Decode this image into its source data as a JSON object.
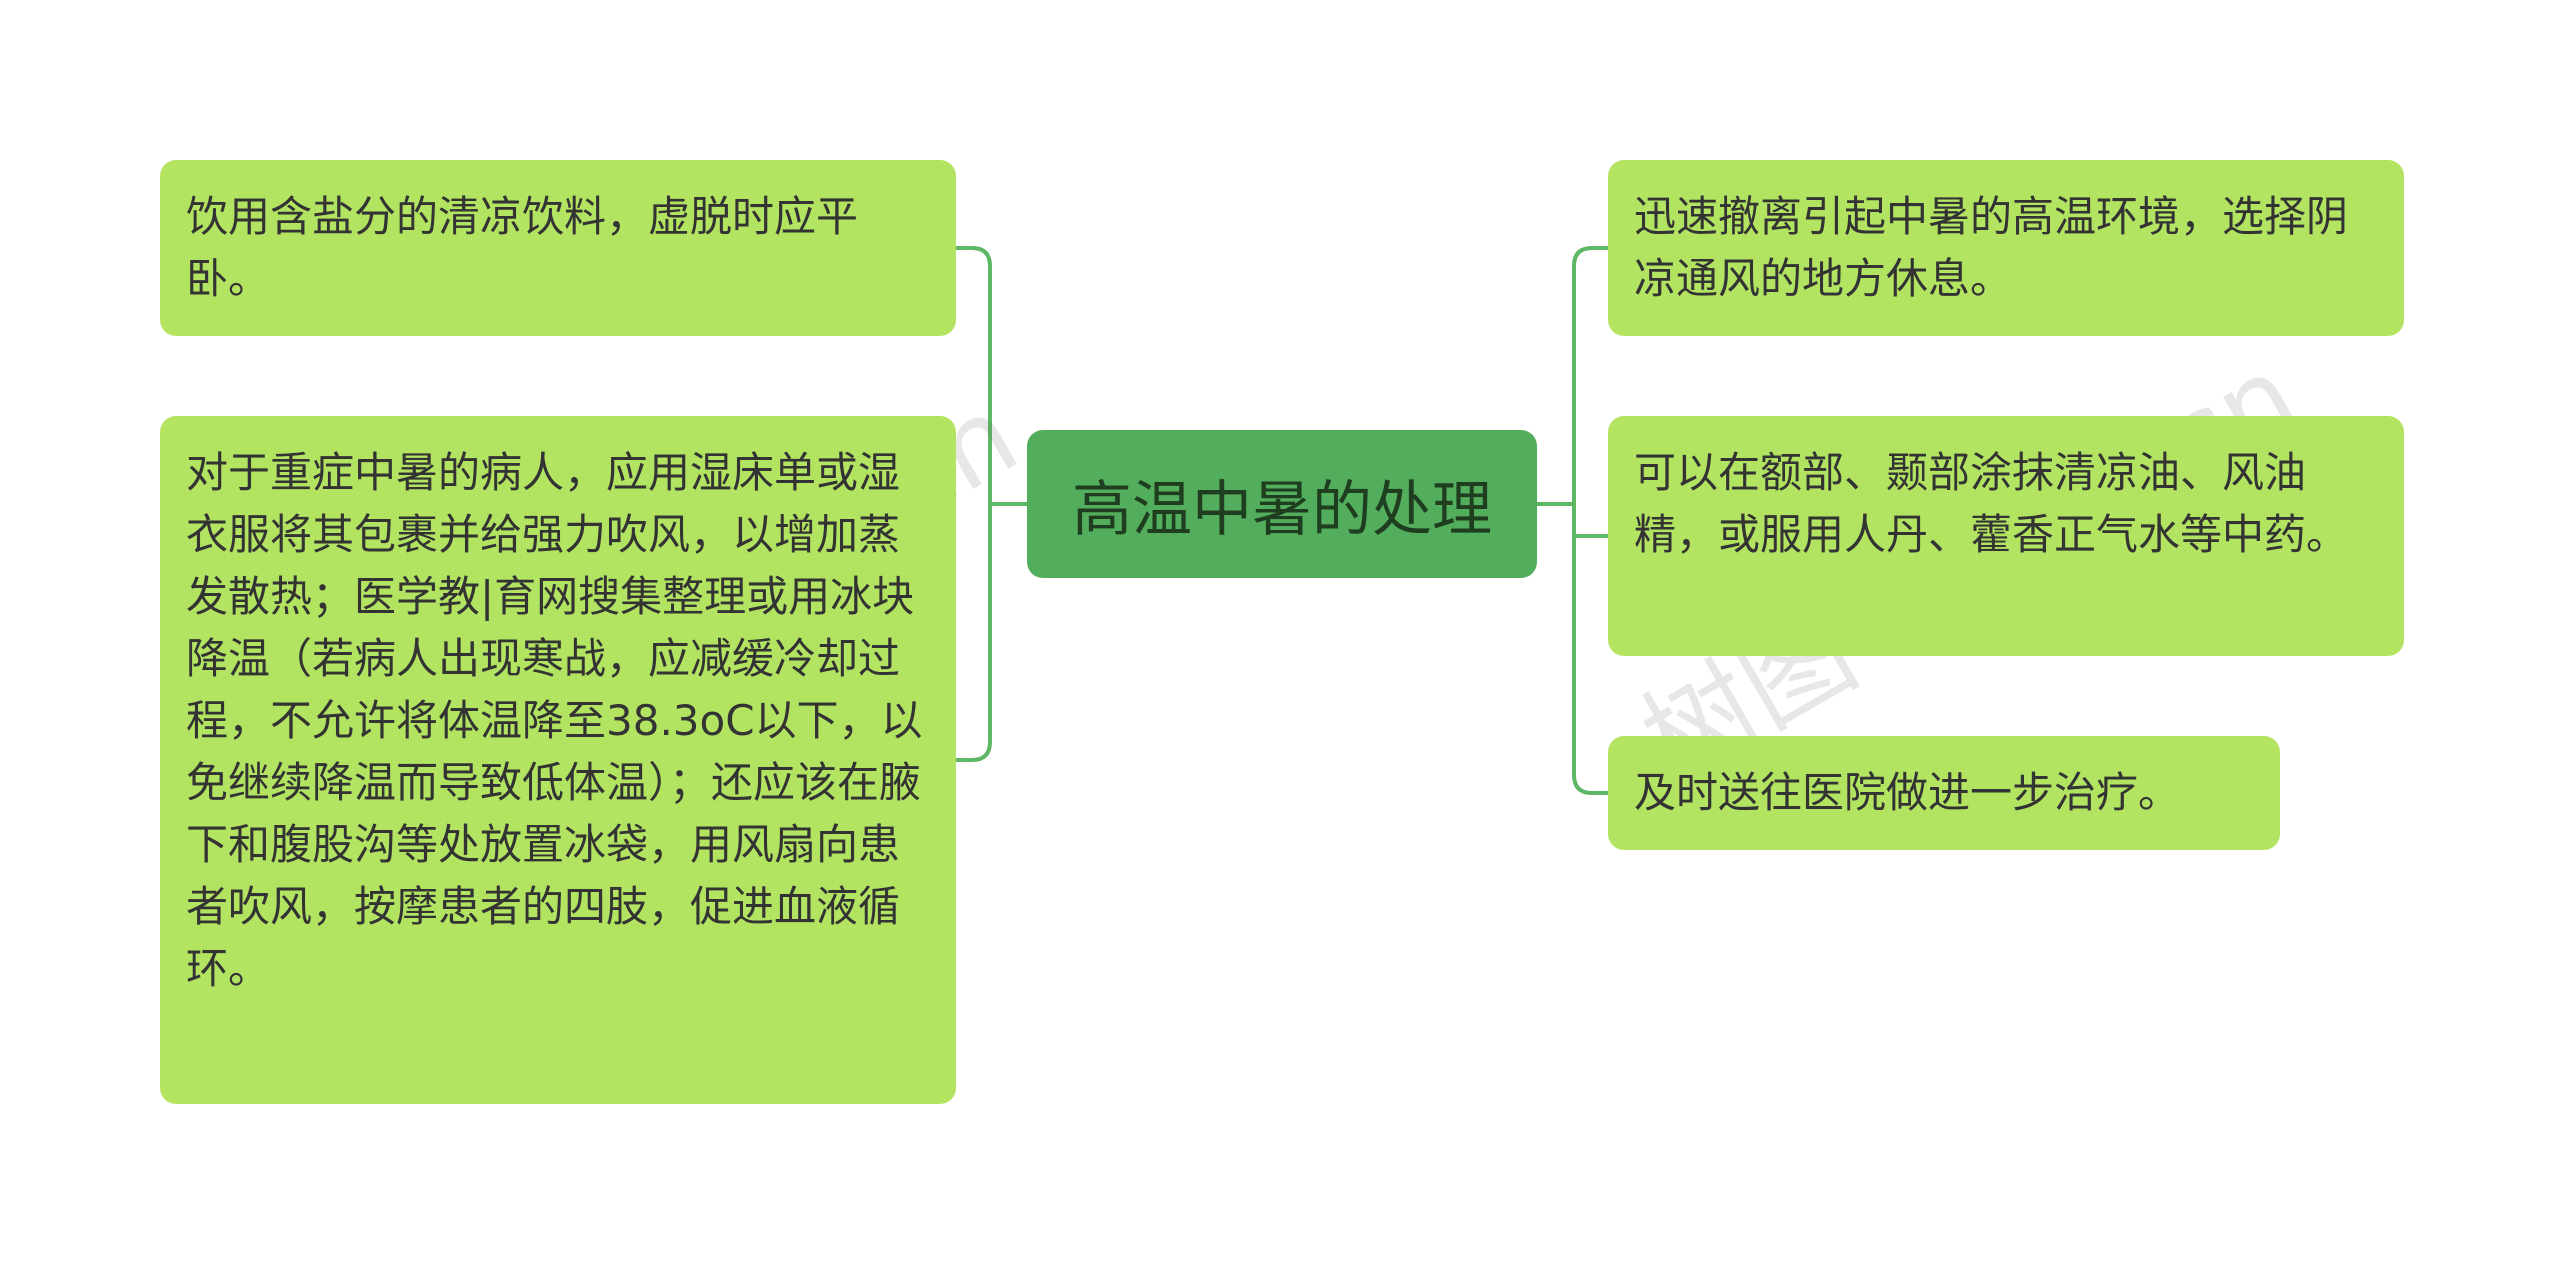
{
  "colors": {
    "background": "#ffffff",
    "center_fill": "#52ae5c",
    "leaf_fill": "#b2e462",
    "connector": "#5db765"
  },
  "center_topic": "高温中暑的处理",
  "left_branches": [
    {
      "text": "饮用含盐分的清凉饮料，虚脱时应平卧。"
    },
    {
      "text": "对于重症中暑的病人，应用湿床单或湿衣服将其包裹并给强力吹风，以增加蒸发散热；医学教|育网搜集整理或用冰块降温（若病人出现寒战，应减缓冷却过程，不允许将体温降至38.3oC以下，以免继续降温而导致低体温）；还应该在腋下和腹股沟等处放置冰袋，用风扇向患者吹风，按摩患者的四肢，促进血液循环。"
    }
  ],
  "right_branches": [
    {
      "text": "迅速撤离引起中暑的高温环境，选择阴凉通风的地方休息。"
    },
    {
      "text": "可以在额部、颞部涂抹清凉油、风油精，或服用人丹、藿香正气水等中药。"
    },
    {
      "text": "及时送往医院做进一步治疗。"
    }
  ],
  "watermarks": [
    "树图 shutu.cn",
    "树图 shutu.cn"
  ]
}
